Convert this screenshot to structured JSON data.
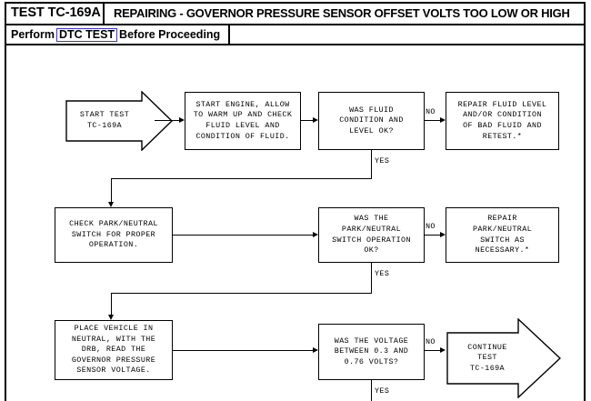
{
  "header": {
    "test_id": "TEST TC-169A",
    "title": "REPAIRING - GOVERNOR PRESSURE SENSOR OFFSET VOLTS TOO LOW OR HIGH",
    "subtitle_prefix": "Perform",
    "subtitle_link": "DTC TEST",
    "subtitle_suffix": "Before Proceeding",
    "link_color": "#3b35d6"
  },
  "flow": {
    "nodes": [
      {
        "id": "start",
        "shape": "arrow",
        "text": "START TEST\nTC-169A"
      },
      {
        "id": "start-engine",
        "shape": "rect",
        "text": "START ENGINE, ALLOW\nTO WARM UP AND CHECK\nFLUID LEVEL AND\nCONDITION OF FLUID."
      },
      {
        "id": "fluid-ok",
        "shape": "rect",
        "text": "WAS FLUID\nCONDITION AND\nLEVEL OK?"
      },
      {
        "id": "repair-fluid",
        "shape": "rect",
        "text": "REPAIR FLUID LEVEL\nAND/OR CONDITION\nOF BAD FLUID AND\nRETEST.*"
      },
      {
        "id": "check-pn",
        "shape": "rect",
        "text": "CHECK PARK/NEUTRAL\nSWITCH FOR PROPER\nOPERATION."
      },
      {
        "id": "pn-ok",
        "shape": "rect",
        "text": "WAS THE\nPARK/NEUTRAL\nSWITCH OPERATION\nOK?"
      },
      {
        "id": "repair-pn",
        "shape": "rect",
        "text": "REPAIR\nPARK/NEUTRAL\nSWITCH AS\nNECESSARY.*"
      },
      {
        "id": "place-neutral",
        "shape": "rect",
        "text": "PLACE VEHICLE IN\nNEUTRAL, WITH THE\nDRB, READ THE\nGOVERNOR PRESSURE\nSENSOR VOLTAGE."
      },
      {
        "id": "voltage-ok",
        "shape": "rect",
        "text": "WAS THE VOLTAGE\nBETWEEN 0.3 AND\n0.76 VOLTS?"
      },
      {
        "id": "continue",
        "shape": "arrow",
        "text": "CONTINUE TEST\nTC-169A"
      }
    ],
    "edge_labels": {
      "no_1": "NO",
      "yes_1": "YES",
      "no_2": "NO",
      "yes_2": "YES",
      "no_3": "NO",
      "yes_3": "YES"
    }
  }
}
